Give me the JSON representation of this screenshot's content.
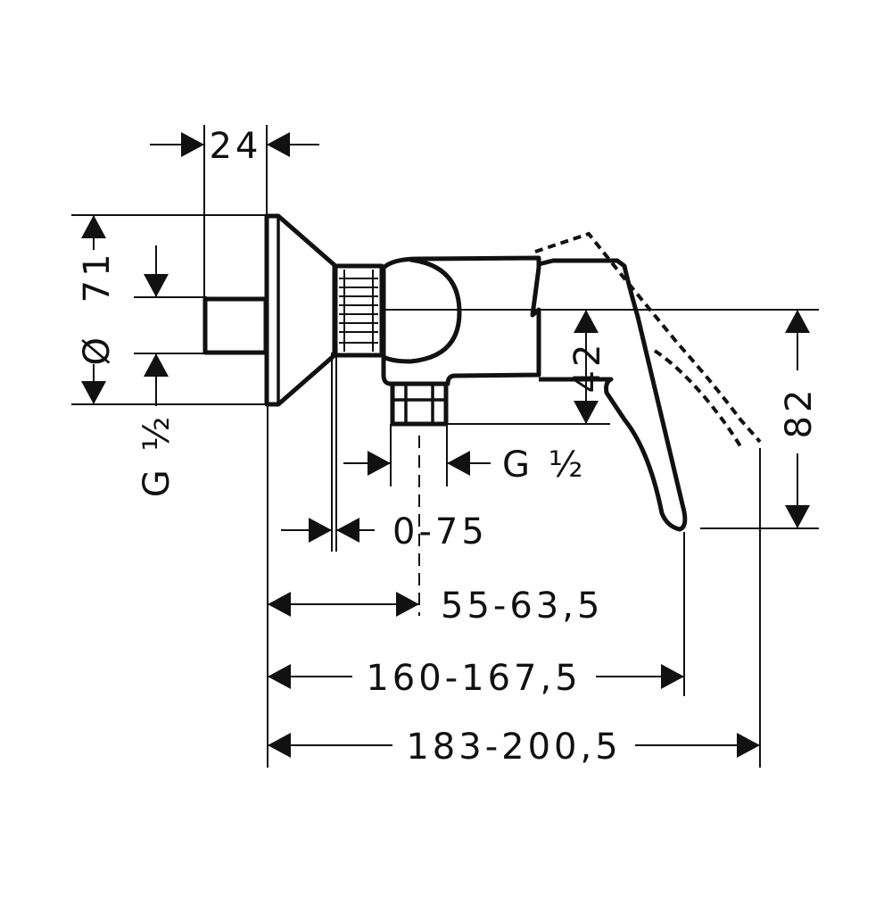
{
  "dimensions": {
    "wall_projection": "24",
    "diameter_symbol": "Ø",
    "diameter_value": "71",
    "thread_left": "G ½",
    "height_spout": "42",
    "height_total": "82",
    "thread_bottom": "G ½",
    "adjust_range": "0-75",
    "outlet_distance": "55-63,5",
    "lever_tip_distance": "160-167,5",
    "total_length": "183-200,5"
  },
  "colors": {
    "ink": "#111111",
    "background": "#ffffff"
  }
}
